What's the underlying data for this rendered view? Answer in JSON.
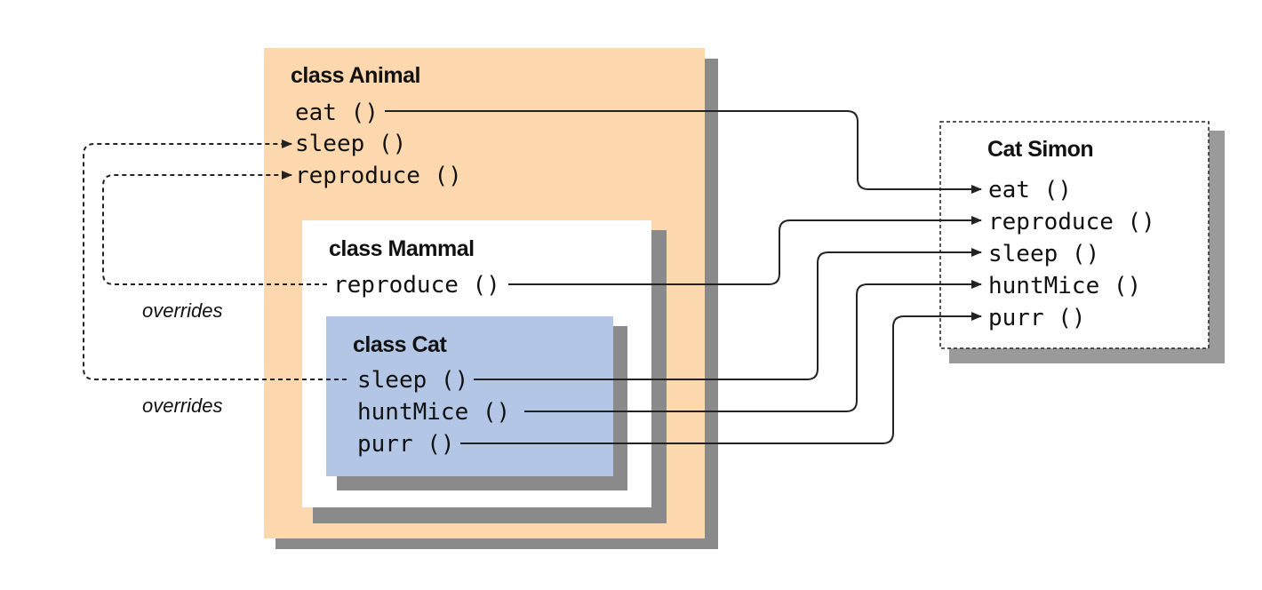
{
  "classes": {
    "animal": {
      "title": "class Animal",
      "methods": [
        "eat ()",
        "sleep ()",
        "reproduce ()"
      ]
    },
    "mammal": {
      "title": "class Mammal",
      "methods": [
        "reproduce ()"
      ]
    },
    "cat": {
      "title": "class Cat",
      "methods": [
        "sleep ()",
        "huntMice ()",
        "purr ()"
      ]
    }
  },
  "instance": {
    "title": "Cat Simon",
    "methods": [
      "eat ()",
      "reproduce ()",
      "sleep ()",
      "huntMice ()",
      "purr ()"
    ]
  },
  "overrides": [
    "overrides",
    "overrides"
  ],
  "colors": {
    "animal_fill": "#fdd8ae",
    "mammal_fill": "#ffffff",
    "cat_fill": "#b4c6e6",
    "shadow": "#8a8a8a"
  }
}
